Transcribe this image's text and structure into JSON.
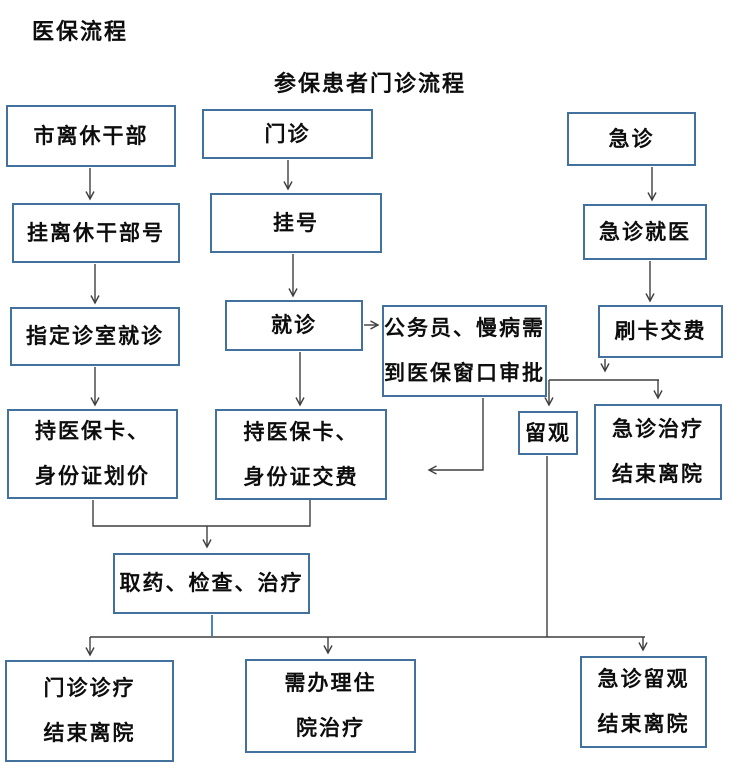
{
  "page": {
    "title": "医保流程",
    "subtitle": "参保患者门诊流程"
  },
  "colors": {
    "box_border": "#41719C",
    "arrow": "#3f3f3f",
    "connector_blue": "#4F81BD",
    "text": "#0d0d0d",
    "background": "#ffffff"
  },
  "boxes": {
    "city_retired": "市离休干部",
    "outpatient": "门诊",
    "emergency": "急诊",
    "reg_retired": "挂离休干部号",
    "register": "挂号",
    "emerg_visit": "急诊就医",
    "designated": "指定诊室就诊",
    "consult": "就诊",
    "civil_servant": "公务员、慢病需\n到医保窗口审批",
    "swipe_pay": "刷卡交费",
    "card_pricing": "持医保卡、\n身份证划价",
    "card_pay": "持医保卡、\n身份证交费",
    "observation": "留观",
    "emerg_treat": "急诊治疗\n结束离院",
    "medicine": "取药、检查、治疗",
    "outp_discharge": "门诊诊疗\n结束离院",
    "hospitalize": "需办理住\n院治疗",
    "emobs_discharge": "急诊留观\n结束离院"
  }
}
